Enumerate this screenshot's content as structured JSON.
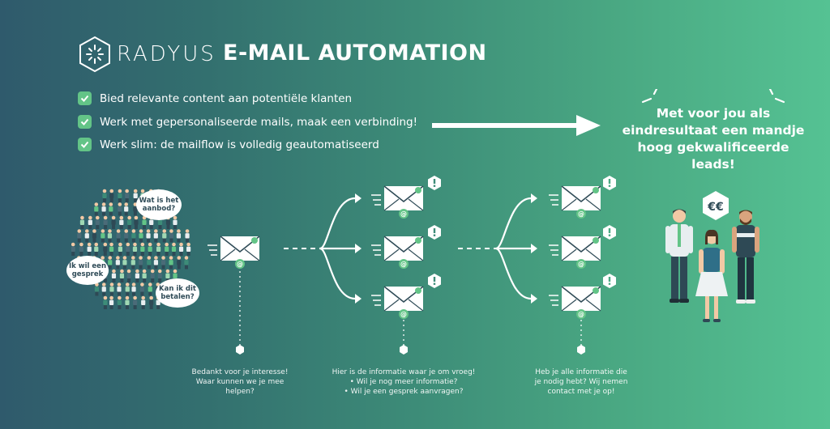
{
  "header": {
    "brand": "RADYUS",
    "title": "E-MAIL AUTOMATION"
  },
  "bullets": [
    "Bied relevante content aan potentiële klanten",
    "Werk met gepersonaliseerde mails, maak een verbinding!",
    "Werk slim: de mailflow is volledig geautomatiseerd"
  ],
  "result": {
    "lines": [
      "Met voor jou als",
      "eindresultaat een mandje",
      "hoog gekwalificeerde leads!"
    ]
  },
  "bubbles": [
    {
      "lines": [
        "Wat is het",
        "aanbod?"
      ]
    },
    {
      "lines": [
        "Ik wil een",
        "gesprek"
      ]
    },
    {
      "lines": [
        "Kan ik dit",
        "betalen?"
      ]
    }
  ],
  "captions": [
    {
      "lines": [
        "Bedankt voor je interesse!",
        "Waar kunnen we je mee",
        "helpen?"
      ]
    },
    {
      "lines": [
        "Hier is de informatie waar je om vroeg!",
        "• Wil je nog meer informatie?",
        "• Wil je een gesprek aanvragen?"
      ]
    },
    {
      "lines": [
        "Heb je alle informatie die",
        "je nodig hebt? Wij nemen",
        "contact met je op!"
      ]
    }
  ],
  "icons": {
    "email": "email-envelope-icon",
    "alert": "exclamation-icon",
    "check": "check-icon",
    "euro": "euro-icon",
    "at": "at-sign-icon"
  },
  "colors": {
    "accent_green": "#63c487",
    "gradient_start": "#2f5a6c",
    "gradient_end": "#55c293",
    "text_dark": "#2f4b57"
  },
  "euro_symbol": "€€"
}
